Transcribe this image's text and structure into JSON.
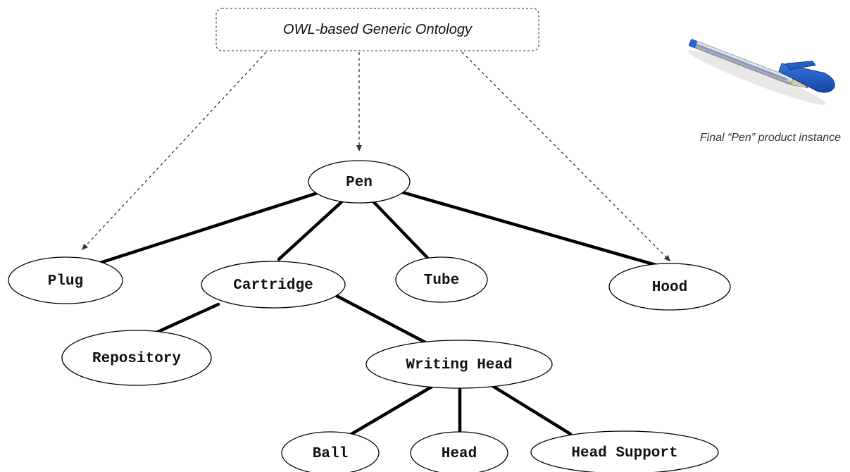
{
  "ontology": {
    "label": "OWL-based Generic Ontology"
  },
  "caption": "Final “Pen” product instance",
  "image": {
    "name": "pen-photo"
  },
  "nodes": {
    "pen": "Pen",
    "plug": "Plug",
    "cartridge": "Cartridge",
    "tube": "Tube",
    "hood": "Hood",
    "repository": "Repository",
    "writing_head": "Writing Head",
    "ball": "Ball",
    "head": "Head",
    "head_support": "Head Support"
  },
  "edges": [
    [
      "pen",
      "plug"
    ],
    [
      "pen",
      "cartridge"
    ],
    [
      "pen",
      "tube"
    ],
    [
      "pen",
      "hood"
    ],
    [
      "cartridge",
      "repository"
    ],
    [
      "cartridge",
      "writing_head"
    ],
    [
      "writing_head",
      "ball"
    ],
    [
      "writing_head",
      "head"
    ],
    [
      "writing_head",
      "head_support"
    ]
  ],
  "ontology_links": [
    "plug",
    "pen",
    "hood"
  ]
}
